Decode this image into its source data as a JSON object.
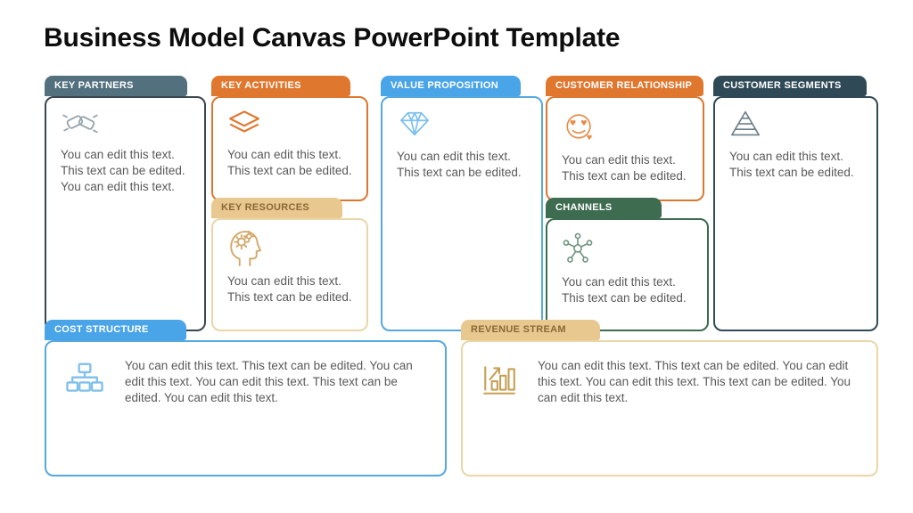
{
  "slide": {
    "title": "Business Model Canvas PowerPoint Template"
  },
  "palette": {
    "slate_header": "#53707e",
    "dark_teal_header": "#2f4a56",
    "orange_header": "#e0772e",
    "tan_header": "#e8c88f",
    "tan_header_text": "#8a6a35",
    "blue_header": "#4aa4e8",
    "green_header": "#3e6c50",
    "body_text": "#595959",
    "card_background": "#ffffff"
  },
  "blocks": [
    {
      "label": "KEY PARTNERS",
      "icon": "handshake-icon",
      "text": "You can edit this text. This text can be edited. You can edit this text."
    },
    {
      "label": "KEY ACTIVITIES",
      "icon": "layers-icon",
      "text": "You can edit this text. This text can be edited."
    },
    {
      "label": "KEY RESOURCES",
      "icon": "head-gears-icon",
      "text": "You can edit this text. This text can be edited."
    },
    {
      "label": "VALUE PROPOSITION",
      "icon": "diamond-icon",
      "text": "You can edit this text. This text can be edited."
    },
    {
      "label": "CUSTOMER RELATIONSHIP",
      "icon": "smiley-hearts-icon",
      "text": "You can edit this text. This text can be edited."
    },
    {
      "label": "CHANNELS",
      "icon": "network-icon",
      "text": "You can edit this text. This text can be edited."
    },
    {
      "label": "CUSTOMER SEGMENTS",
      "icon": "pyramid-icon",
      "text": "You can edit this text. This text can be edited."
    },
    {
      "label": "COST STRUCTURE",
      "icon": "org-chart-icon",
      "text": "You can edit this text. This text can be edited. You can edit this text. You can edit this text. This text can be edited. You can edit this text."
    },
    {
      "label": "REVENUE STREAM",
      "icon": "bar-chart-icon",
      "text": "You can edit this text. This text can be edited. You can edit this text. You can edit this text. This text can be edited. You can edit this text."
    }
  ]
}
